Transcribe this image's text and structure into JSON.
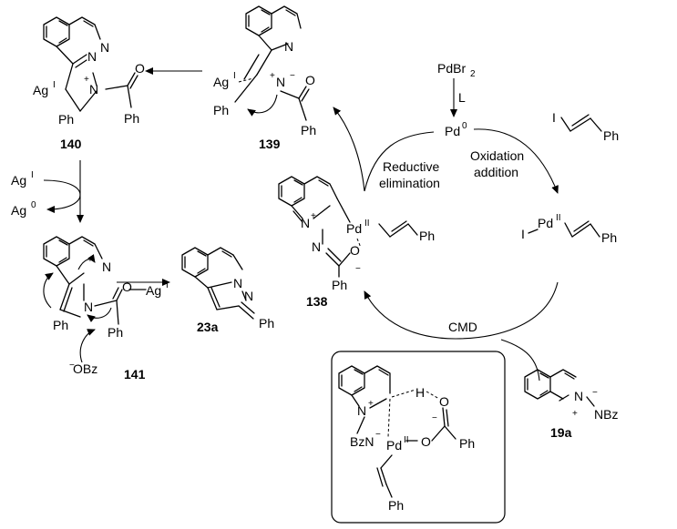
{
  "compounds": {
    "c140": "140",
    "c139": "139",
    "c138": "138",
    "c141": "141",
    "c23a": "23a",
    "c19a": "19a"
  },
  "labels": {
    "reductive_1": "Reductive",
    "reductive_2": "elimination",
    "oxidation_1": "Oxidation",
    "oxidation_2": "addition",
    "cmd": "CMD",
    "ligand": "L"
  },
  "atoms": {
    "pdbr2": "PdBr",
    "pdbr2_sub": "2",
    "pd0": "Pd",
    "pd0_sup": "0",
    "ag": "Ag",
    "ag_sup": "I",
    "ag0": "Ag",
    "ag0_sup": "0",
    "pd": "Pd",
    "pd_sup": "II",
    "n": "N",
    "o": "O",
    "h": "H",
    "ph": "Ph",
    "i": "I",
    "nbz": "NBz",
    "bzn": "BzN",
    "obz": "OBz",
    "plus": "+",
    "minus": "−"
  }
}
